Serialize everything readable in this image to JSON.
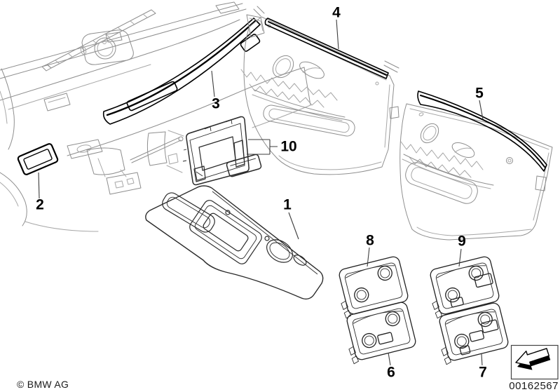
{
  "diagram": {
    "copyright": "© BMW AG",
    "image_number": "00162567",
    "callouts": [
      {
        "label": "1"
      },
      {
        "label": "2"
      },
      {
        "label": "3"
      },
      {
        "label": "4"
      },
      {
        "label": "5"
      },
      {
        "label": "6"
      },
      {
        "label": "7"
      },
      {
        "label": "8"
      },
      {
        "label": "9"
      },
      {
        "label": "10"
      }
    ],
    "icons": {
      "direction_arrow": "3d-arrow-down-left"
    }
  }
}
